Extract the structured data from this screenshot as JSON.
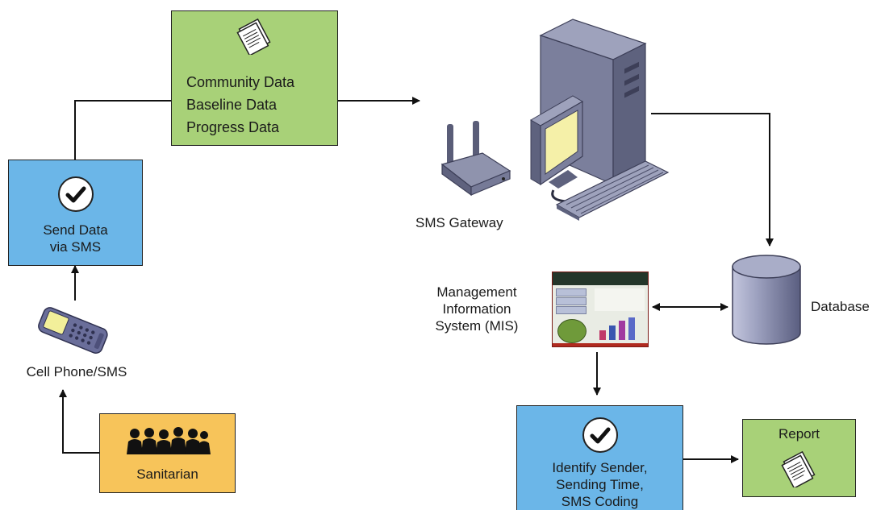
{
  "diagram": {
    "data_box": {
      "lines": [
        "Community Data",
        "Baseline Data",
        "Progress Data"
      ]
    },
    "send_box": {
      "lines": [
        "Send Data",
        "via SMS"
      ]
    },
    "cell_phone_label": "Cell Phone/SMS",
    "sanitarian_label": "Sanitarian",
    "sms_gateway_label": "SMS Gateway",
    "mis_label": [
      "Management",
      "Information",
      "System (MIS)"
    ],
    "database_label": "Database",
    "identify_box": {
      "lines": [
        "Identify Sender,",
        "Sending Time,",
        "SMS Coding"
      ]
    },
    "report_label": "Report"
  },
  "colors": {
    "blue_box": "#6bb6e8",
    "green_box": "#a8d178",
    "yellow_box": "#f7c45a"
  }
}
